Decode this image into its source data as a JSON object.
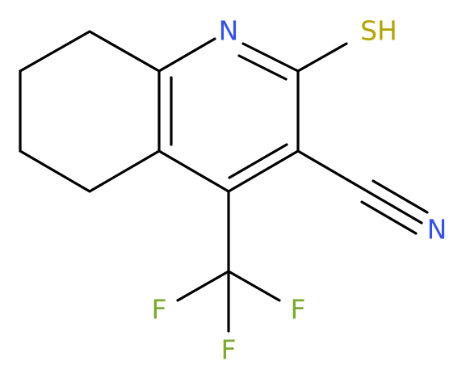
{
  "molecule": {
    "atoms": {
      "n1": {
        "label": "N",
        "color": "#3050F8"
      },
      "sh": {
        "label": "SH",
        "color": "#B3A400"
      },
      "n2": {
        "label": "N",
        "color": "#3050F8"
      },
      "f1": {
        "label": "F",
        "color": "#7AAA2E"
      },
      "f2": {
        "label": "F",
        "color": "#7AAA2E"
      },
      "f3": {
        "label": "F",
        "color": "#7AAA2E"
      }
    },
    "bond_color": "#000000"
  }
}
